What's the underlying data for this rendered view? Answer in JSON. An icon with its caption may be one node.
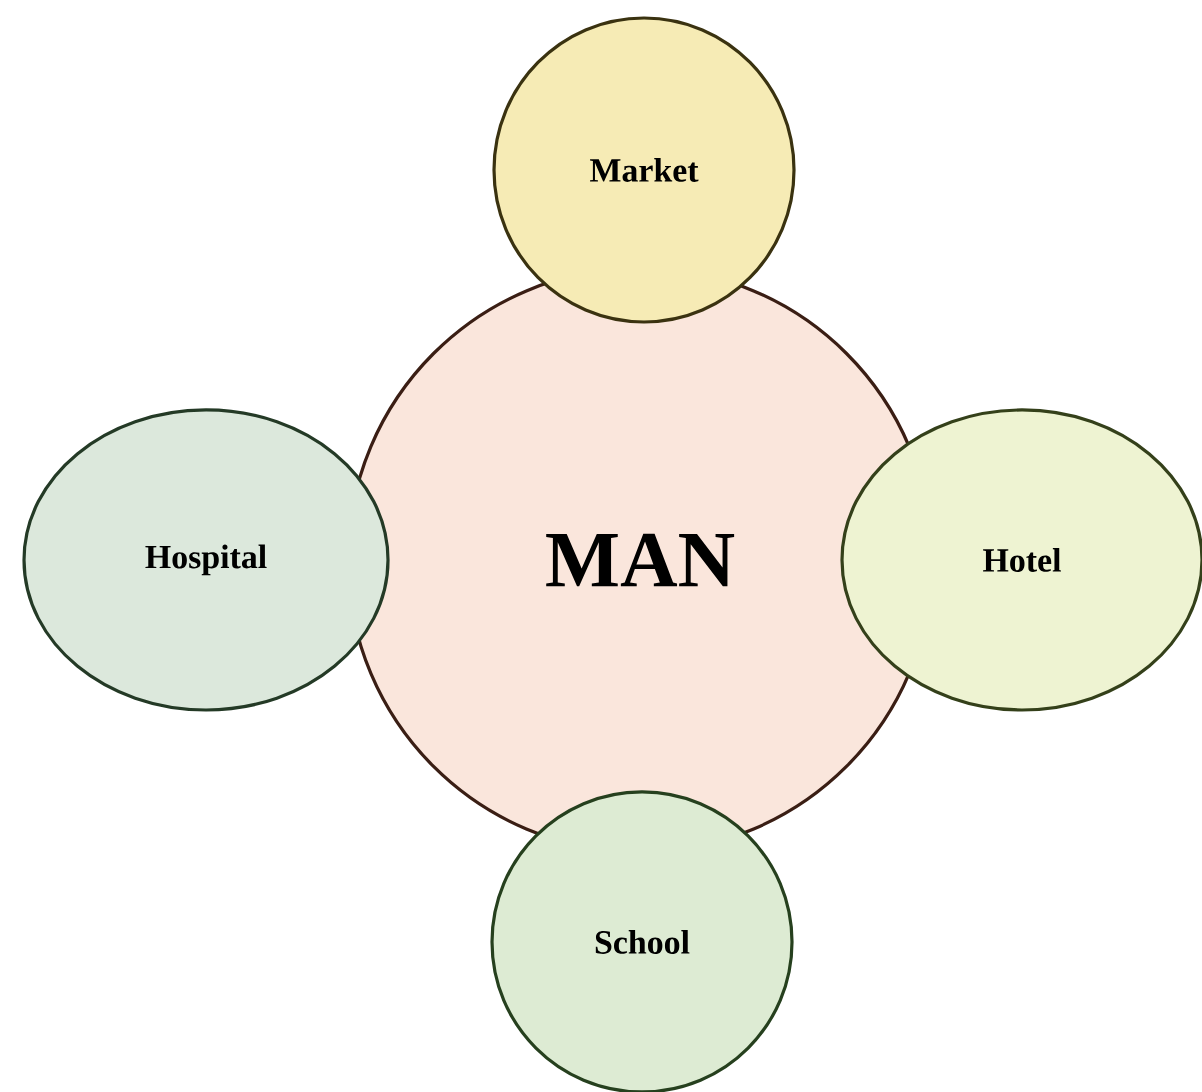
{
  "diagram": {
    "nodes": [
      {
        "text": [
          "Market"
        ]
      },
      {
        "text": [
          "Hospital"
        ]
      },
      {
        "text": [
          "MAN"
        ]
      },
      {
        "text": [
          "Hotel"
        ]
      },
      {
        "text": [
          "School"
        ]
      }
    ]
  }
}
